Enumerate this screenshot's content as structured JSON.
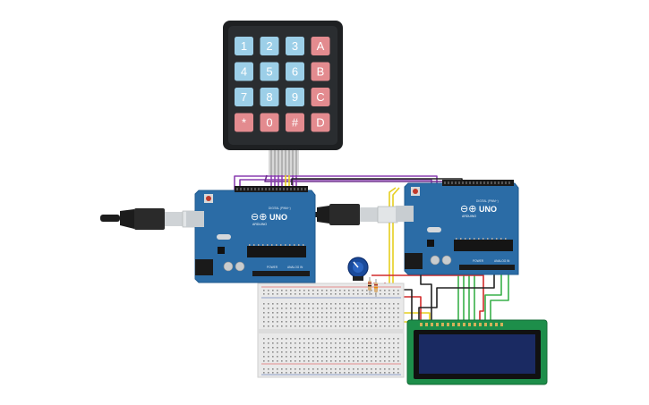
{
  "keypad": {
    "keys": [
      [
        "1",
        "2",
        "3",
        "A"
      ],
      [
        "4",
        "5",
        "6",
        "B"
      ],
      [
        "7",
        "8",
        "9",
        "C"
      ],
      [
        "*",
        "0",
        "#",
        "D"
      ]
    ],
    "digit_color": "#9ccfe8",
    "letter_color": "#e38b8f",
    "body_color": "#1e2022"
  },
  "arduino_left": {
    "model": "UNO",
    "brand": "ARDUINO"
  },
  "arduino_right": {
    "model": "UNO",
    "brand": "ARDUINO"
  },
  "board_labels": {
    "digital": "DIGITAL (PWM~)",
    "power": "POWER",
    "analog": "ANALOG IN"
  },
  "colors": {
    "arduino": "#2b6ca6",
    "arduino_edge": "#1f5a8f",
    "breadboard": "#e9e9e9",
    "lcd_board": "#1d8e4a",
    "lcd_screen": "#1a2a62",
    "wire_purple": "#8a3fb0",
    "wire_yellow": "#e6cf1f",
    "wire_green": "#39b04a",
    "wire_red": "#d22b2b",
    "wire_black": "#222222"
  }
}
